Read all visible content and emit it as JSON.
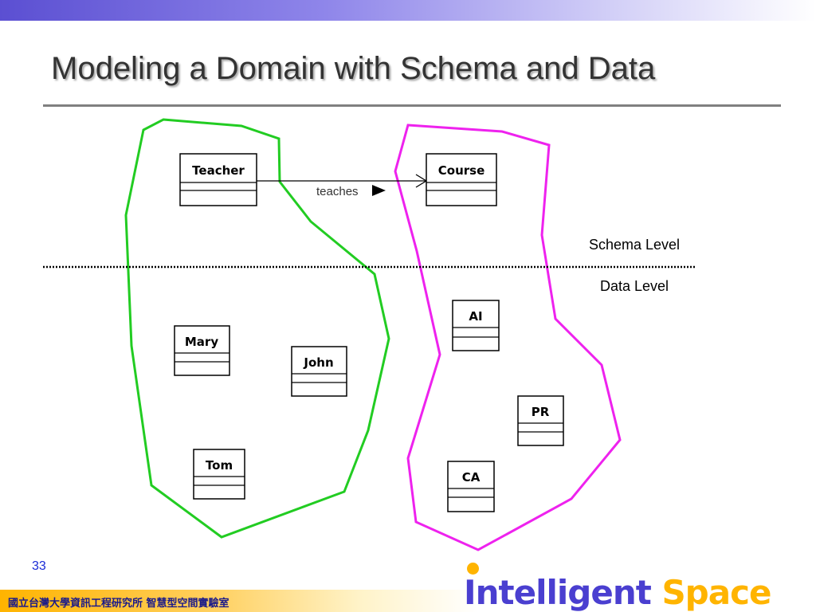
{
  "slide": {
    "title": "Modeling a Domain with Schema and Data",
    "page_number": "33",
    "footer_text": "國立台灣大學資訊工程研究所 智慧型空間實驗室",
    "logo": {
      "part1": "Intelligent",
      "part2": "Space"
    }
  },
  "diagram": {
    "labels": {
      "schema_level": "Schema Level",
      "data_level": "Data Level"
    },
    "relation": {
      "label": "teaches"
    },
    "classes": [
      "Teacher",
      "Course"
    ],
    "instances": [
      "Mary",
      "John",
      "Tom",
      "AI",
      "PR",
      "CA"
    ]
  },
  "colors": {
    "teacher_group_outline": "#22cc22",
    "course_group_outline": "#ee22ee",
    "title_text": "#333333",
    "page_number": "#1a2bd6",
    "logo_primary": "#4a3fd0",
    "logo_accent": "#ffb400"
  }
}
